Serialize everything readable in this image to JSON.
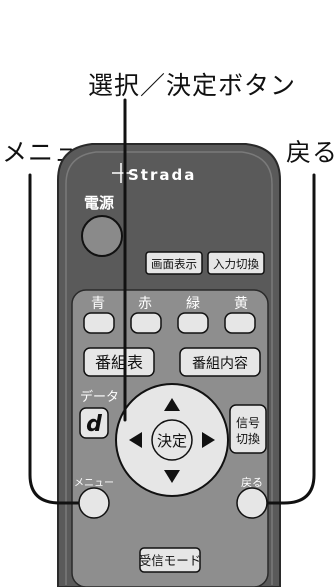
{
  "callouts": {
    "select_confirm": "選択／決定ボタン",
    "menu": "メニュー",
    "back": "戻る"
  },
  "remote": {
    "brand": "Strada",
    "power_label": "電源",
    "screen_display": "画面表示",
    "input_switch": "入力切換",
    "color_labels": [
      "青",
      "赤",
      "緑",
      "黄"
    ],
    "guide": "番組表",
    "program_content": "番組内容",
    "data_label": "データ",
    "d_button": "d",
    "confirm": "決定",
    "signal_switch": [
      "信号",
      "切換"
    ],
    "menu_small": "メニュー",
    "back_small": "戻る",
    "receive_mode": "受信モード"
  },
  "colors": {
    "body": "#5a5a5a",
    "body_edge": "#2a2a2a",
    "panel": "#8e8e8e",
    "button_face": "#e6e6e6",
    "outline": "#111111",
    "callout_line": "#111111"
  },
  "icons": [
    "up-arrow-icon",
    "down-arrow-icon",
    "left-arrow-icon",
    "right-arrow-icon"
  ]
}
